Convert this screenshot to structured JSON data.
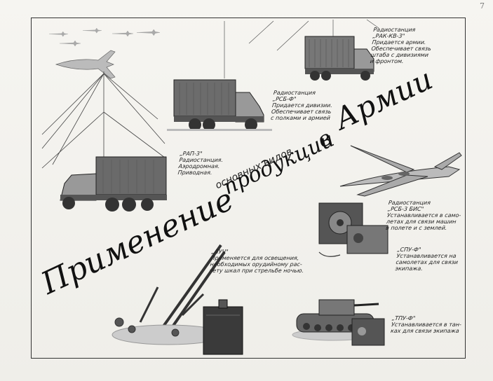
{
  "page_number": "7",
  "headline": {
    "word1": "Применение",
    "word2_small": "основных видов",
    "word3": "продукции",
    "word4": "в",
    "word5": "Армии"
  },
  "captions": {
    "rak_kv3": {
      "title": "Радиостанция",
      "name": "„РАК-КВ-3\"",
      "lines": [
        "Придается армии.",
        "Обеспечивает связь",
        "штаба с дивизиями",
        "и фронтом."
      ]
    },
    "rsb_f": {
      "title": "Радиостанция",
      "name": "„РСБ-Ф\"",
      "lines": [
        "Придается дивизии.",
        "Обеспечивает связь",
        "с полками и армией"
      ]
    },
    "rap3": {
      "name": "„РАП-3\"",
      "lines": [
        "Радиостанция.",
        "Аэродромная.",
        "Приводная."
      ]
    },
    "rsb3bis": {
      "title": "Радиостанция",
      "name": "„РСБ-3 БИС\"",
      "lines": [
        "Устанавливается в само-",
        "летах для связи машин",
        "в полете и с землей."
      ]
    },
    "spu_f": {
      "name": "„СПУ-Ф\"",
      "lines": [
        "Устанавливается на",
        "самолетах для связи",
        "экипажа."
      ]
    },
    "luch": {
      "name": "„ЛУЧ\"",
      "lines": [
        "Применяется для освещения,",
        "необходимых орудийному рас-",
        "чету шкал при стрельбе ночью."
      ]
    },
    "tpu_f": {
      "name": "„ТПУ-Ф\"",
      "lines": [
        "Устанавливается в тан-",
        "ках для связи экипажа"
      ]
    }
  },
  "colors": {
    "paper": "#f3f2ee",
    "ink": "#111111",
    "frame": "#333333"
  }
}
